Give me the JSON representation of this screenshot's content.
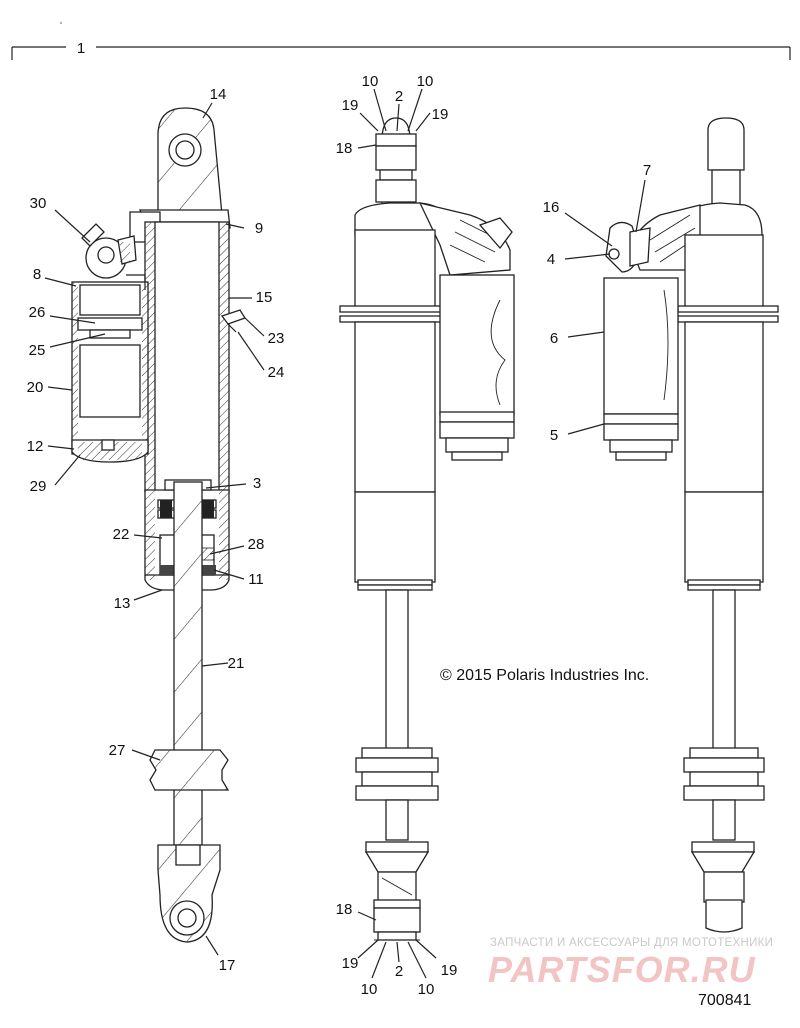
{
  "diagram": {
    "group_label": "1",
    "copyright": "© 2015 Polaris Industries Inc.",
    "part_number": "700841",
    "watermark_small": "ЗАПЧАСТИ И АКСЕССУАРЫ ДЛЯ МОТОТЕХНИКИ",
    "watermark_big": "PARTSFOR.RU",
    "callouts": [
      {
        "id": "c14",
        "label": "14"
      },
      {
        "id": "c30",
        "label": "30"
      },
      {
        "id": "c9",
        "label": "9"
      },
      {
        "id": "c8",
        "label": "8"
      },
      {
        "id": "c15",
        "label": "15"
      },
      {
        "id": "c26",
        "label": "26"
      },
      {
        "id": "c23",
        "label": "23"
      },
      {
        "id": "c25",
        "label": "25"
      },
      {
        "id": "c24",
        "label": "24"
      },
      {
        "id": "c20",
        "label": "20"
      },
      {
        "id": "c12",
        "label": "12"
      },
      {
        "id": "c29",
        "label": "29"
      },
      {
        "id": "c3",
        "label": "3"
      },
      {
        "id": "c22",
        "label": "22"
      },
      {
        "id": "c28",
        "label": "28"
      },
      {
        "id": "c11",
        "label": "11"
      },
      {
        "id": "c13",
        "label": "13"
      },
      {
        "id": "c21",
        "label": "21"
      },
      {
        "id": "c27",
        "label": "27"
      },
      {
        "id": "c17",
        "label": "17"
      },
      {
        "id": "c10a",
        "label": "10"
      },
      {
        "id": "c2a",
        "label": "2"
      },
      {
        "id": "c10b",
        "label": "10"
      },
      {
        "id": "c19a",
        "label": "19"
      },
      {
        "id": "c19b",
        "label": "19"
      },
      {
        "id": "c18a",
        "label": "18"
      },
      {
        "id": "c18b",
        "label": "18"
      },
      {
        "id": "c19c",
        "label": "19"
      },
      {
        "id": "c2b",
        "label": "2"
      },
      {
        "id": "c19d",
        "label": "19"
      },
      {
        "id": "c10c",
        "label": "10"
      },
      {
        "id": "c10d",
        "label": "10"
      },
      {
        "id": "c7",
        "label": "7"
      },
      {
        "id": "c16",
        "label": "16"
      },
      {
        "id": "c4",
        "label": "4"
      },
      {
        "id": "c6",
        "label": "6"
      },
      {
        "id": "c5",
        "label": "5"
      }
    ]
  }
}
